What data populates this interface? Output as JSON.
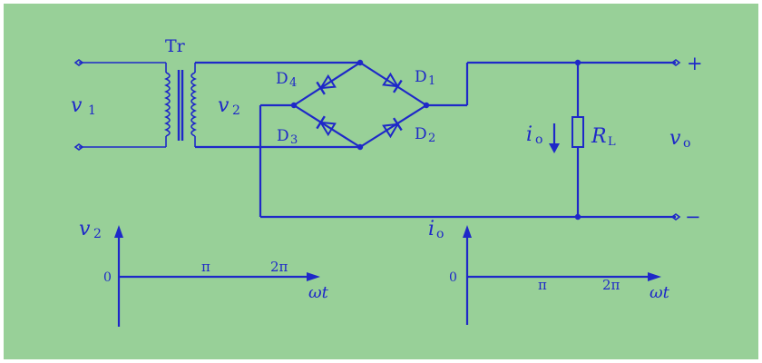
{
  "colors": {
    "background": "#98d098",
    "line": "#1e28c8",
    "border": "#ffffff"
  },
  "labels": {
    "transformer": "Tr",
    "input_voltage": "v",
    "input_voltage_sub": "1",
    "secondary_voltage": "v",
    "secondary_voltage_sub": "2",
    "d1": "D",
    "d1_sub": "1",
    "d2": "D",
    "d2_sub": "2",
    "d3": "D",
    "d3_sub": "3",
    "d4": "D",
    "d4_sub": "4",
    "output_current": "i",
    "output_current_sub": "o",
    "load": "R",
    "load_sub": "L",
    "output_voltage": "v",
    "output_voltage_sub": "o",
    "plus": "+",
    "minus": "−"
  },
  "graph_v2": {
    "y_label": "v",
    "y_label_sub": "2",
    "origin": "0",
    "tick_pi": "π",
    "tick_2pi": "2π",
    "x_label": "ωt"
  },
  "graph_io": {
    "y_label": "i",
    "y_label_sub": "o",
    "origin": "0",
    "tick_pi": "π",
    "tick_2pi": "2π",
    "x_label": "ωt"
  }
}
